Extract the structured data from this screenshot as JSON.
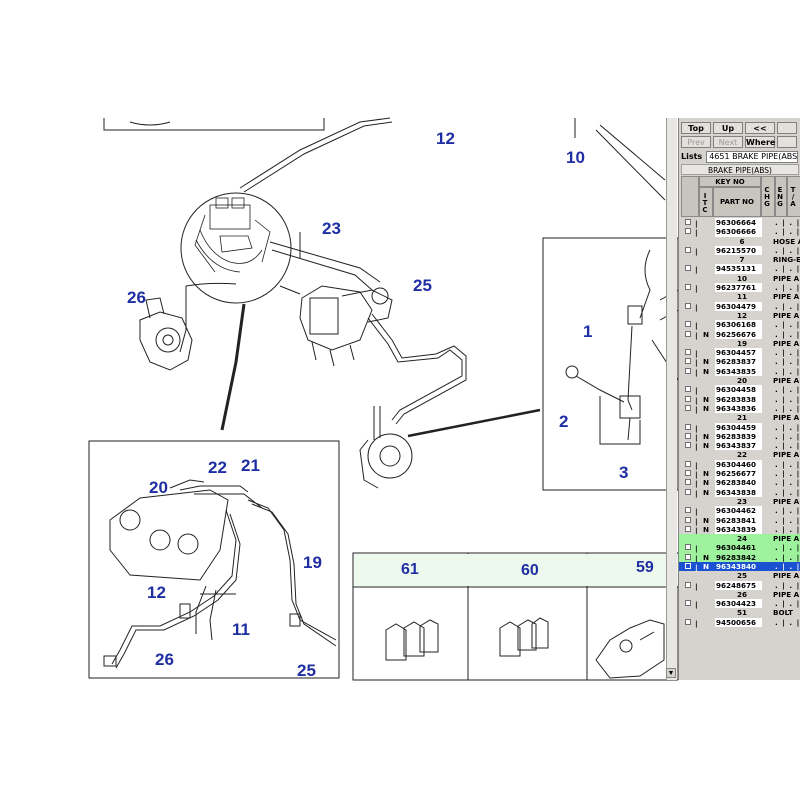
{
  "diagram": {
    "callouts": {
      "c12_top": "12",
      "c10": "10",
      "c23": "23",
      "c26_left": "26",
      "c25_mid": "25",
      "c1": "1",
      "c2": "2",
      "c3": "3",
      "c20": "20",
      "c22": "22",
      "c21": "21",
      "c19": "19",
      "c12_inset": "12",
      "c11": "11",
      "c26_inset": "26",
      "c25_inset": "25"
    },
    "thumbnails": [
      "61",
      "60",
      "59"
    ]
  },
  "panel": {
    "nav": {
      "top": "Top",
      "up": "Up",
      "back": "<<",
      "prev": "Prev",
      "next": "Next",
      "where": "Where"
    },
    "lists_label": "Lists",
    "lists_value": "4651 BRAKE PIPE(ABS)",
    "group_title": "BRAKE PIPE(ABS)",
    "header": {
      "key_no": "KEY NO",
      "itc": "ITC",
      "part_no": "PART NO",
      "chg": "CHG",
      "eng": "ENG",
      "ta": "T/A"
    },
    "rows": [
      {
        "type": "part",
        "flag": "",
        "part": "96306664"
      },
      {
        "type": "part",
        "flag": "",
        "part": "96306666"
      },
      {
        "type": "key",
        "key": "6",
        "desc": "HOSE A"
      },
      {
        "type": "part",
        "flag": "",
        "part": "96215570"
      },
      {
        "type": "key",
        "key": "7",
        "desc": "RING-E"
      },
      {
        "type": "part",
        "flag": "",
        "part": "94535131"
      },
      {
        "type": "key",
        "key": "10",
        "desc": "PIPE A"
      },
      {
        "type": "part",
        "flag": "",
        "part": "96237761"
      },
      {
        "type": "key",
        "key": "11",
        "desc": "PIPE A"
      },
      {
        "type": "part",
        "flag": "",
        "part": "96304479"
      },
      {
        "type": "key",
        "key": "12",
        "desc": "PIPE A"
      },
      {
        "type": "part",
        "flag": "",
        "part": "96306168"
      },
      {
        "type": "part",
        "flag": "N",
        "part": "96256676"
      },
      {
        "type": "key",
        "key": "19",
        "desc": "PIPE A"
      },
      {
        "type": "part",
        "flag": "",
        "part": "96304457"
      },
      {
        "type": "part",
        "flag": "N",
        "part": "96283837"
      },
      {
        "type": "part",
        "flag": "N",
        "part": "96343835"
      },
      {
        "type": "key",
        "key": "20",
        "desc": "PIPE A"
      },
      {
        "type": "part",
        "flag": "",
        "part": "96304458"
      },
      {
        "type": "part",
        "flag": "N",
        "part": "96283838"
      },
      {
        "type": "part",
        "flag": "N",
        "part": "96343836"
      },
      {
        "type": "key",
        "key": "21",
        "desc": "PIPE A"
      },
      {
        "type": "part",
        "flag": "",
        "part": "96304459"
      },
      {
        "type": "part",
        "flag": "N",
        "part": "96283839"
      },
      {
        "type": "part",
        "flag": "N",
        "part": "96343837"
      },
      {
        "type": "key",
        "key": "22",
        "desc": "PIPE A"
      },
      {
        "type": "part",
        "flag": "",
        "part": "96304460"
      },
      {
        "type": "part",
        "flag": "N",
        "part": "96256677"
      },
      {
        "type": "part",
        "flag": "N",
        "part": "96283840"
      },
      {
        "type": "part",
        "flag": "N",
        "part": "96343838"
      },
      {
        "type": "key",
        "key": "23",
        "desc": "PIPE A"
      },
      {
        "type": "part",
        "flag": "",
        "part": "96304462"
      },
      {
        "type": "part",
        "flag": "N",
        "part": "96283841"
      },
      {
        "type": "part",
        "flag": "N",
        "part": "96343839"
      },
      {
        "type": "key",
        "key": "24",
        "desc": "PIPE A",
        "hl": "green"
      },
      {
        "type": "part",
        "flag": "",
        "part": "96304461",
        "hl": "green"
      },
      {
        "type": "part",
        "flag": "N",
        "part": "96283842",
        "hl": "green"
      },
      {
        "type": "part",
        "flag": "N",
        "part": "96343840",
        "hl": "blue"
      },
      {
        "type": "key",
        "key": "25",
        "desc": "PIPE A"
      },
      {
        "type": "part",
        "flag": "",
        "part": "96248675"
      },
      {
        "type": "key",
        "key": "26",
        "desc": "PIPE A"
      },
      {
        "type": "part",
        "flag": "",
        "part": "96304423"
      },
      {
        "type": "key",
        "key": "51",
        "desc": "BOLT"
      },
      {
        "type": "part",
        "flag": "",
        "part": "94500656"
      }
    ],
    "colors": {
      "highlight_green": "#9ef29e",
      "highlight_blue": "#1a52d1",
      "callout_blue": "#1f2fa3"
    }
  }
}
